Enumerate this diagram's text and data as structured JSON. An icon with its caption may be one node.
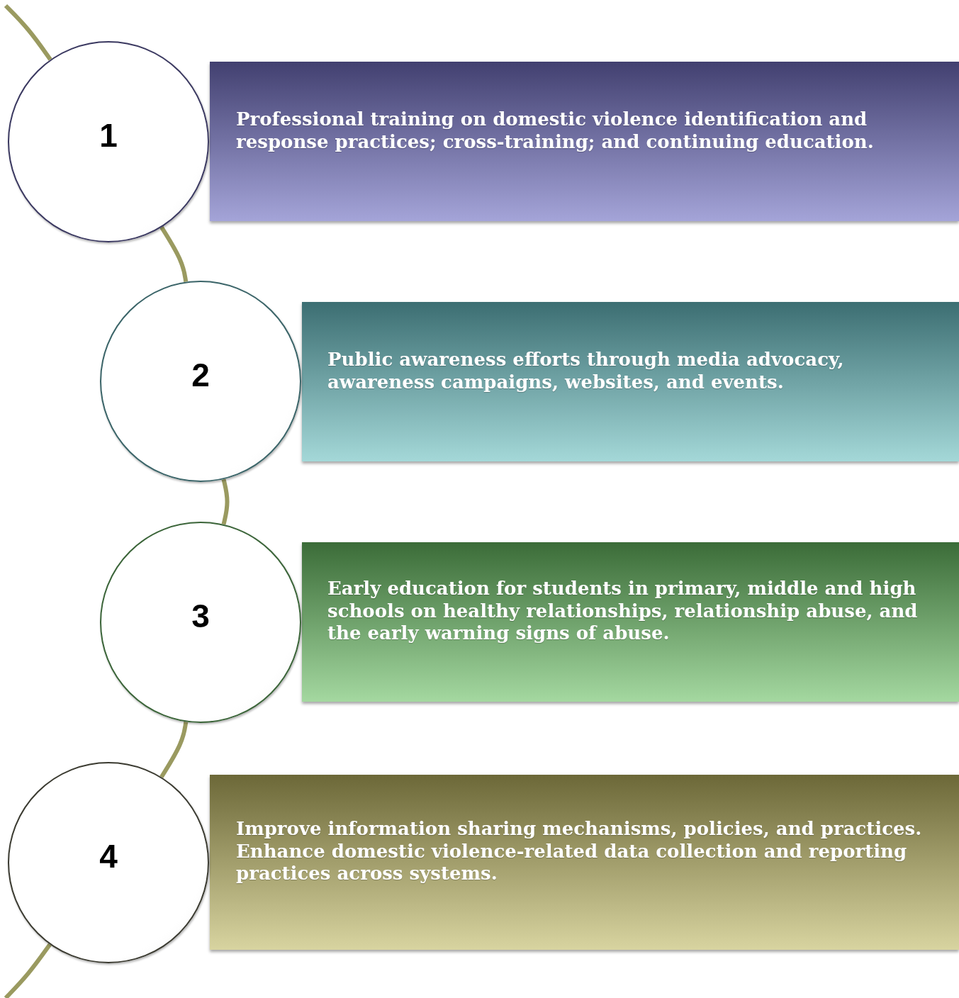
{
  "diagram": {
    "nodes": [
      {
        "text": [
          "1"
        ]
      },
      {
        "text": [
          "Professional training on domestic violence identification and response practices; cross-training; and continuing education."
        ]
      },
      {
        "text": [
          "2"
        ]
      },
      {
        "text": [
          "Public awareness efforts through media advocacy, awareness campaigns, websites, and events."
        ]
      },
      {
        "text": [
          "3"
        ]
      },
      {
        "text": [
          "Early education for students in primary, middle and high schools on healthy relationships, relationship abuse, and the early warning signs of abuse."
        ]
      },
      {
        "text": [
          "4"
        ]
      },
      {
        "text": [
          "Improve information sharing mechanisms, policies, and practices.  Enhance domestic violence-related data collection and reporting practices across systems."
        ]
      }
    ],
    "edges": [
      {
        "from": null,
        "to": 0,
        "arrow": "none"
      },
      {
        "from": 0,
        "to": 2,
        "arrow": "none"
      },
      {
        "from": 2,
        "to": 4,
        "arrow": "none"
      },
      {
        "from": 4,
        "to": 6,
        "arrow": "none"
      },
      {
        "from": 6,
        "to": null,
        "arrow": "none"
      }
    ]
  }
}
